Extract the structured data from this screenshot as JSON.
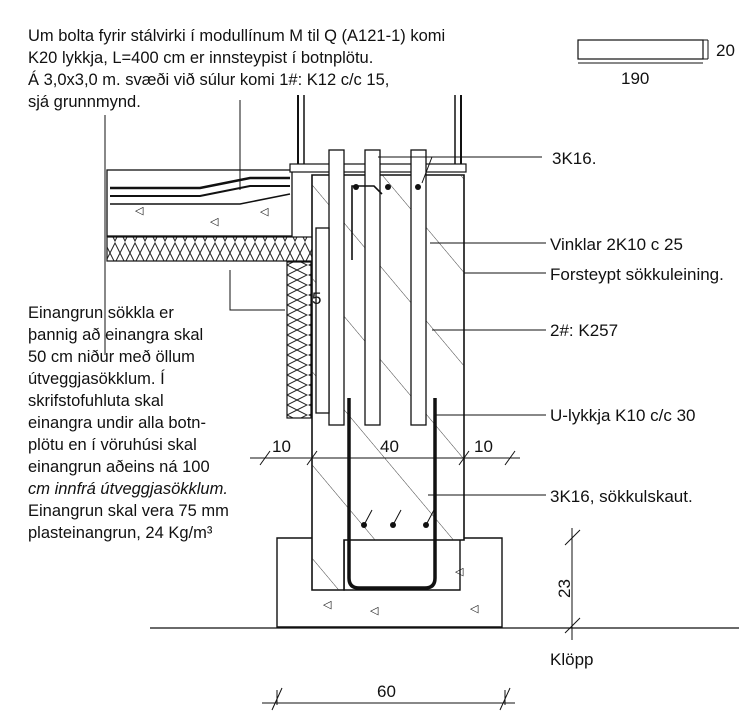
{
  "header_note": {
    "lines": [
      "Um bolta fyrir stálvirki í modullínum M til Q (A121-1) komi",
      "K20 lykkja, L=400 cm er innsteypist í botnplötu.",
      "Á 3,0x3,0 m. svæði við súlur komi 1#: K12 c/c 15,",
      "sjá grunnmynd."
    ]
  },
  "legend_box": {
    "width_label": "190",
    "height_label": "20"
  },
  "callouts": {
    "top_bars": "3K16.",
    "stirrups": "Vinklar 2K10 c 25",
    "precast": "Forsteypt sökkuleining.",
    "mesh": "2#: K257",
    "u_loop": "U-lykkja K10 c/c 30",
    "bottom_bars": "3K16, sökkulskaut.",
    "rock": "Klöpp"
  },
  "insulation_note": {
    "lines": [
      "Einangrun sökkla er",
      "þannig að einangra skal",
      "50 cm niður með öllum",
      "útveggjasökklum. Í",
      "skrifstofuhluta skal",
      "einangra undir alla botn-",
      "plötu en í vöruhúsi skal",
      "einangrun aðeins ná 100",
      "cm innfrá útveggjasökklum.",
      "Einangrun skal vera 75 mm",
      "plasteinangrun, 24 Kg/m³"
    ]
  },
  "dimensions": {
    "left_cover": "10",
    "core": "40",
    "right_cover": "10",
    "base_width": "60",
    "base_height": "23",
    "insulation_mark": "5"
  }
}
